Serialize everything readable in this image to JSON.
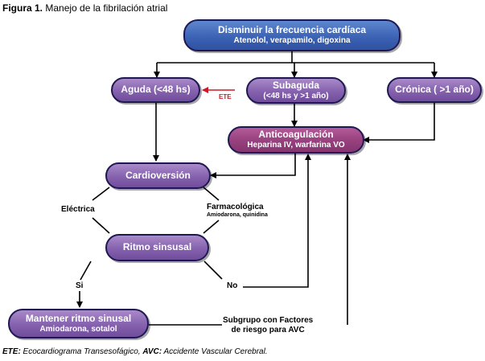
{
  "figure": {
    "label": "Figura 1.",
    "title": "Manejo de la fibrilación atrial"
  },
  "nodes": {
    "disminuir": {
      "title": "Disminuir la frecuencia cardíaca",
      "subtitle": "Atenolol, verapamilo, digoxina"
    },
    "aguda": {
      "title": "Aguda (<48 hs)"
    },
    "subaguda": {
      "title": "Subaguda",
      "subtitle": "(<48 hs y >1 año)"
    },
    "cronica": {
      "title": "Crónica ( >1 año)"
    },
    "anticoagulacion": {
      "title": "Anticoagulación",
      "subtitle": "Heparina IV, warfarina VO"
    },
    "cardioversion": {
      "title": "Cardioversión"
    },
    "ritmo": {
      "title": "Ritmo sinsusal"
    },
    "mantener": {
      "title": "Mantener ritmo sinusal",
      "subtitle": "Amiodarona, sotalol"
    }
  },
  "edge_labels": {
    "ete": "ETE",
    "electrica": "Eléctrica",
    "farmacologica": "Farmacológica",
    "farmacologica_drugs": "Amiodarona, quinidina",
    "si": "Si",
    "no": "No",
    "subgrupo_line1": "Subgrupo con Factores",
    "subgrupo_line2": "de riesgo para AVC"
  },
  "footnote": {
    "ete_abbr": "ETE:",
    "ete_text": " Ecocardiograma Transesofágico, ",
    "avc_abbr": "AVC:",
    "avc_text": " Accidente Vascular Cerebral."
  },
  "colors": {
    "blue_node": "#3d63b5",
    "purple_node": "#8561ae",
    "pink_node": "#97407e",
    "ete_arrow": "#d01824"
  }
}
